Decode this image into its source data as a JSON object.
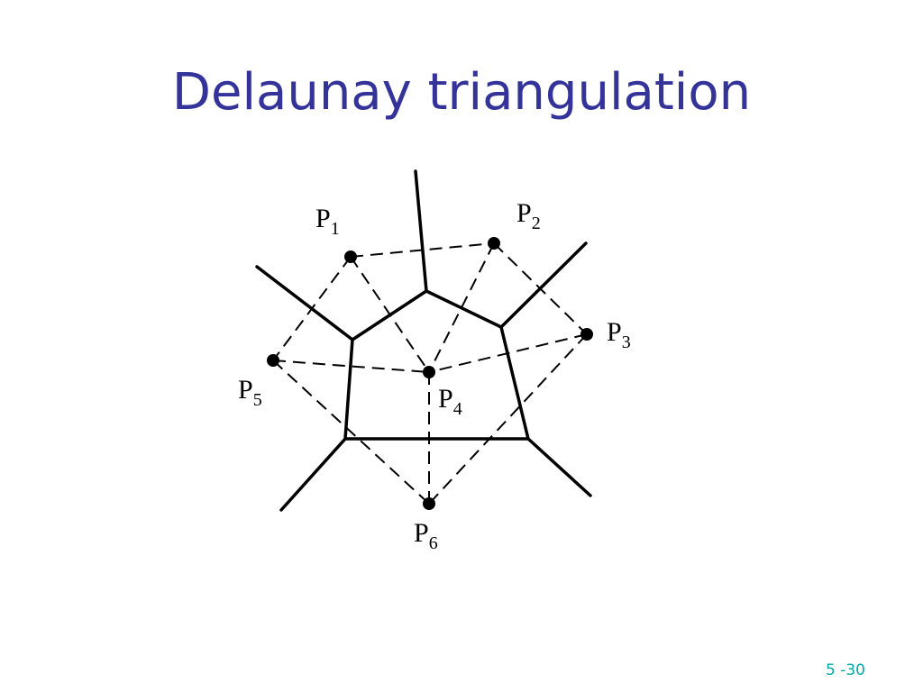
{
  "slide": {
    "title": "Delaunay triangulation",
    "page_number": "5 -30"
  },
  "diagram": {
    "points": [
      {
        "id": "P1",
        "letter": "P",
        "sub": "1"
      },
      {
        "id": "P2",
        "letter": "P",
        "sub": "2"
      },
      {
        "id": "P3",
        "letter": "P",
        "sub": "3"
      },
      {
        "id": "P4",
        "letter": "P",
        "sub": "4"
      },
      {
        "id": "P5",
        "letter": "P",
        "sub": "5"
      },
      {
        "id": "P6",
        "letter": "P",
        "sub": "6"
      }
    ]
  }
}
